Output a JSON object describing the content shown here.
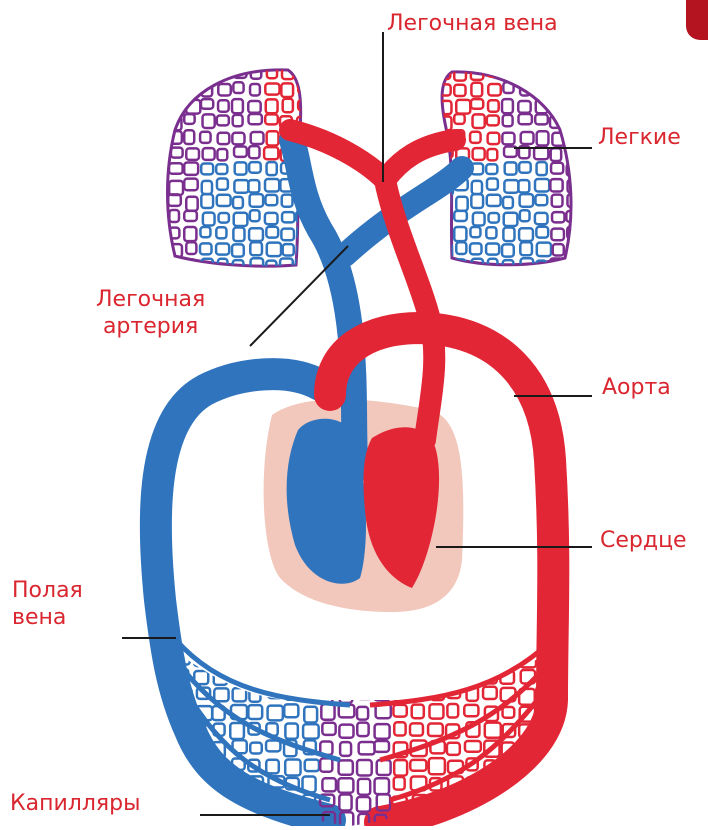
{
  "colors": {
    "oxygenated": "#e32636",
    "deoxygenated": "#2f74bd",
    "mixed": "#7a2f8f",
    "heart_sac": "#f2c8bd",
    "label": "#d9262f",
    "pointer": "#1a1a1a",
    "corner": "#b3141f"
  },
  "labels": {
    "pulmonary_vein": "Легочная вена",
    "lungs": "Легкие",
    "pulmonary_artery_1": "Легочная",
    "pulmonary_artery_2": "артерия",
    "aorta": "Аорта",
    "heart": "Сердце",
    "vena_cava_1": "Полая",
    "vena_cava_2": "вена",
    "capillaries": "Капилляры"
  }
}
